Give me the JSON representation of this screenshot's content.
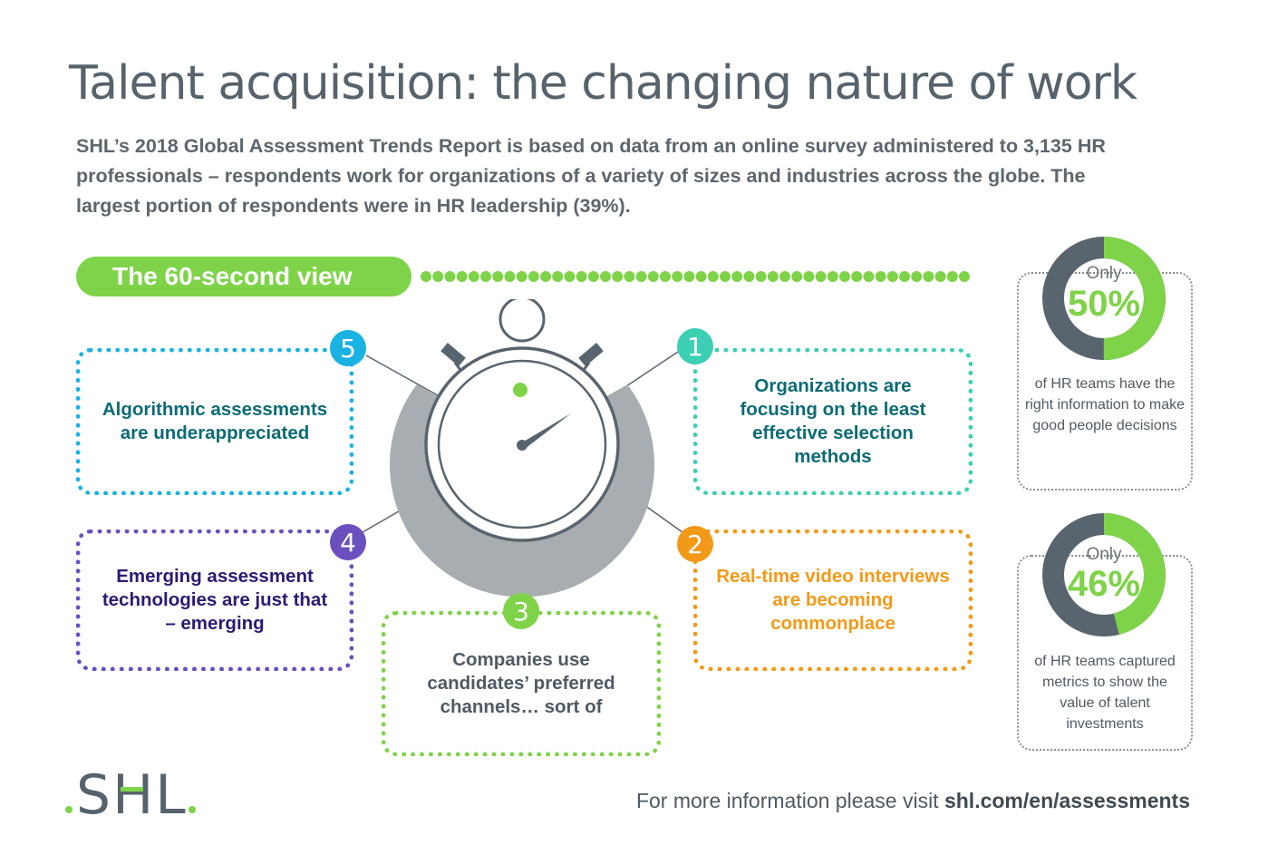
{
  "title": "Talent acquisition: the changing nature of work",
  "intro": "SHL’s 2018 Global Assessment Trends Report is based on data from an online survey administered to 3,135 HR professionals – respondents work for organizations of a variety of sizes and industries across the globe. The largest portion of respondents were in HR leadership (39%).",
  "pill_label": "The 60-second view",
  "colors": {
    "green": "#7ed348",
    "teal": "#3ccfb4",
    "orange": "#f29a18",
    "purple": "#6a4fbf",
    "blue": "#1ab2e2",
    "gray": "#59656e"
  },
  "items": [
    {
      "number": "1",
      "text": "Organizations are focusing on the least effective selection methods"
    },
    {
      "number": "2",
      "text": "Real-time video interviews are becoming commonplace"
    },
    {
      "number": "3",
      "text": "Companies use candidates’ preferred channels… sort of"
    },
    {
      "number": "4",
      "text": "Emerging assessment technologies are just that – emerging"
    },
    {
      "number": "5",
      "text": "Algorithmic assessments are underappreciated"
    }
  ],
  "stats": [
    {
      "only": "Only",
      "percent": "50%",
      "fraction": 0.5,
      "text": "of HR teams have the right information to make good people decisions"
    },
    {
      "only": "Only",
      "percent": "46%",
      "fraction": 0.46,
      "text": "of HR teams captured metrics to show the value of talent investments"
    }
  ],
  "logo_text": "SHL",
  "footer": {
    "prefix": "For more information please visit ",
    "link": "shl.com/en/assessments"
  }
}
